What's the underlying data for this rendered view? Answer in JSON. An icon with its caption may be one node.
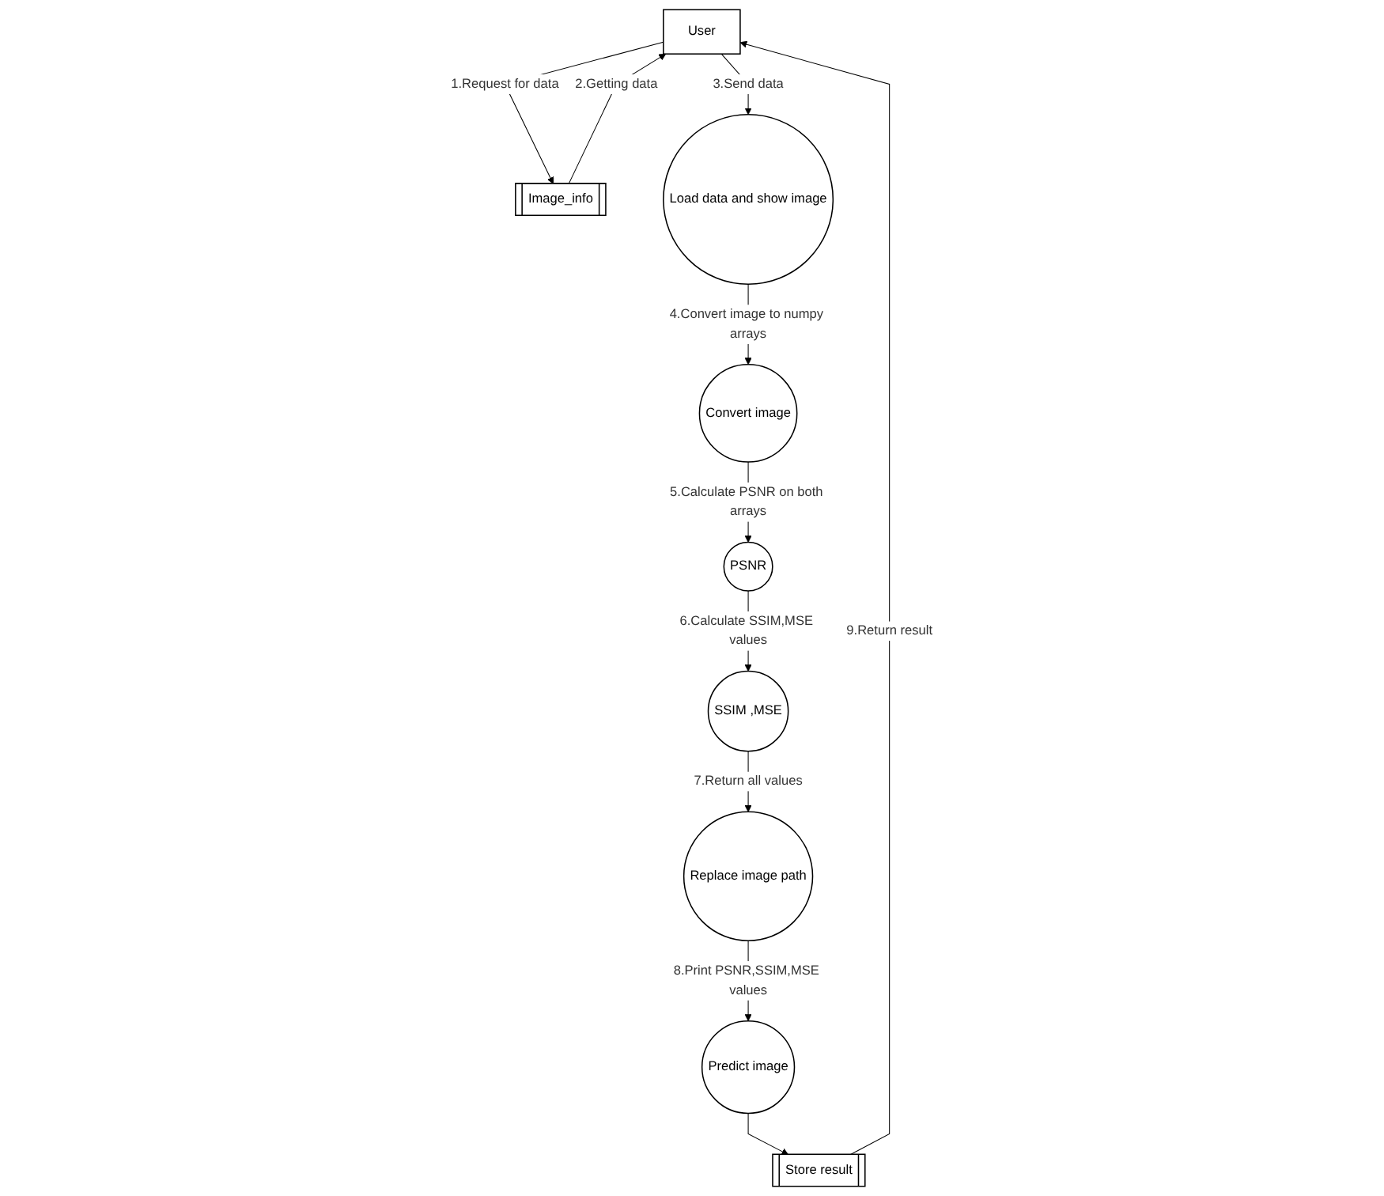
{
  "diagram": {
    "nodes": [
      {
        "text": [
          "User"
        ]
      },
      {
        "text": [
          "Image_info"
        ]
      },
      {
        "text": [
          "Load data and show image"
        ]
      },
      {
        "text": [
          "Convert image"
        ]
      },
      {
        "text": [
          "PSNR"
        ]
      },
      {
        "text": [
          "SSIM ,MSE"
        ]
      },
      {
        "text": [
          "Replace image path"
        ]
      },
      {
        "text": [
          "Predict image"
        ]
      },
      {
        "text": [
          "Store result"
        ]
      }
    ],
    "edges": [
      {
        "from": 0,
        "to": 1,
        "arrow": "to",
        "label": "1.Request for data"
      },
      {
        "from": 1,
        "to": 0,
        "arrow": "to",
        "label": "2.Getting data"
      },
      {
        "from": 0,
        "to": 2,
        "arrow": "to",
        "label": "3.Send data"
      },
      {
        "from": 2,
        "to": 3,
        "arrow": "to",
        "label": "4.Convert image to numpy arrays"
      },
      {
        "from": 3,
        "to": 4,
        "arrow": "to",
        "label": "5.Calculate PSNR on both arrays"
      },
      {
        "from": 4,
        "to": 5,
        "arrow": "to",
        "label": "6.Calculate SSIM,MSE values"
      },
      {
        "from": 5,
        "to": 6,
        "arrow": "to",
        "label": "7.Return all values"
      },
      {
        "from": 6,
        "to": 7,
        "arrow": "to",
        "label": "8.Print PSNR,SSIM,MSE values"
      },
      {
        "from": 7,
        "to": 8,
        "arrow": "to"
      },
      {
        "from": 8,
        "to": 0,
        "arrow": "to",
        "label": "9.Return result"
      }
    ]
  }
}
